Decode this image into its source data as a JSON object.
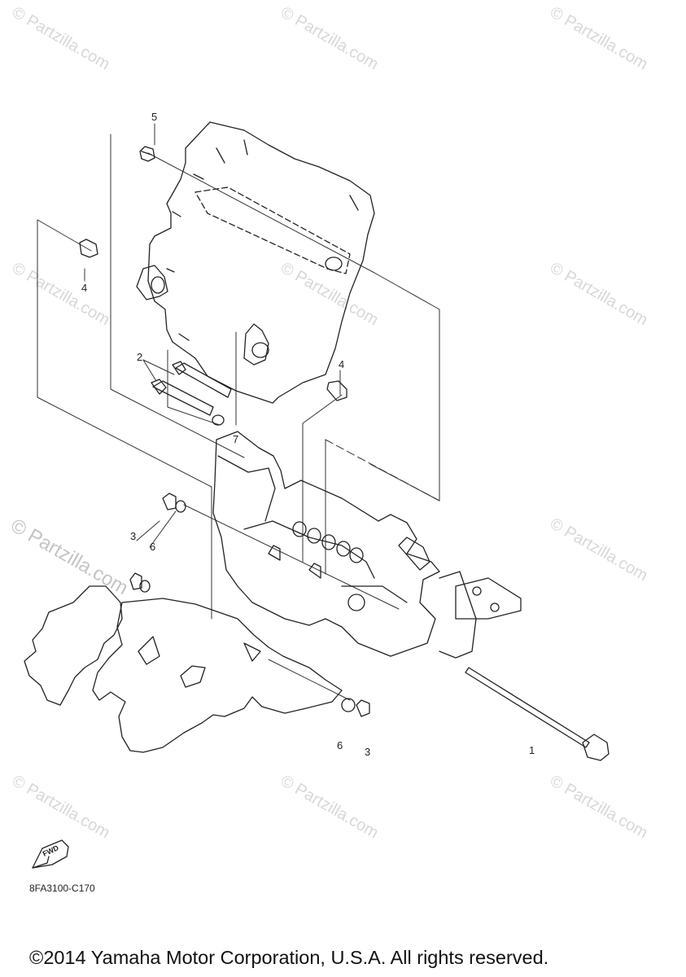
{
  "watermark": {
    "text": "© Partzilla.com"
  },
  "callouts": {
    "c1": "1",
    "c2": "2",
    "c3a": "3",
    "c3b": "3",
    "c4a": "4",
    "c4b": "4",
    "c5": "5",
    "c6a": "6",
    "c6b": "6",
    "c7": "7"
  },
  "fwd_label": "FWD",
  "catalog_code": "8FA3100-C170",
  "copyright": "©2014 Yamaha Motor Corporation, U.S.A. All rights reserved."
}
